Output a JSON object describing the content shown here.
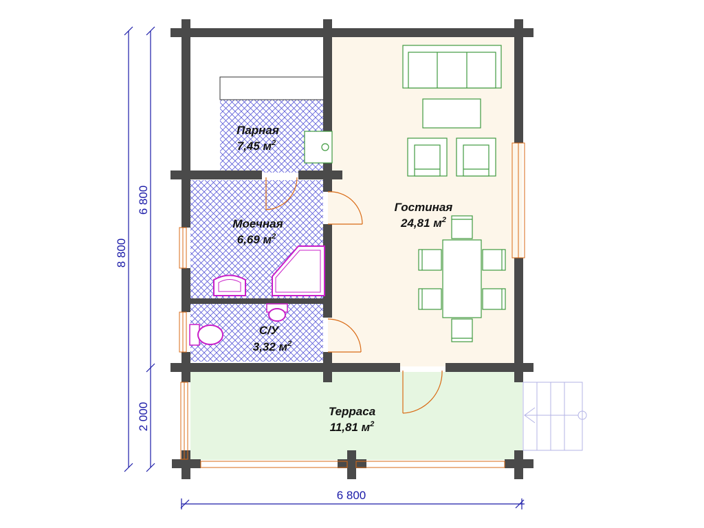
{
  "rooms": [
    {
      "id": "parnaya",
      "name": "Парная",
      "area": "7,45 м",
      "sup": "2"
    },
    {
      "id": "moechnaya",
      "name": "Моечная",
      "area": "6,69 м",
      "sup": "2"
    },
    {
      "id": "su",
      "name": "С/У",
      "area": "3,32 м",
      "sup": "2"
    },
    {
      "id": "gostinaya",
      "name": "Гостиная",
      "area": "24,81 м",
      "sup": "2"
    },
    {
      "id": "terrasa",
      "name": "Терраса",
      "area": "11,81 м",
      "sup": "2"
    }
  ],
  "dimensions": {
    "total_height": "8 800",
    "house_height": "6 800",
    "terrace_height": "2 000",
    "total_width": "6 800"
  },
  "colors": {
    "wall": "#4a4a4a",
    "living_floor": "#fdf6ea",
    "terrace_floor": "#e6f6e1",
    "tile_line": "#5a5ad8",
    "furniture": "#3f9a3f",
    "sanitary": "#c81ec8",
    "door": "#d96a14",
    "dimension": "#1a1aa8",
    "stairs": "#b3b3e6"
  }
}
